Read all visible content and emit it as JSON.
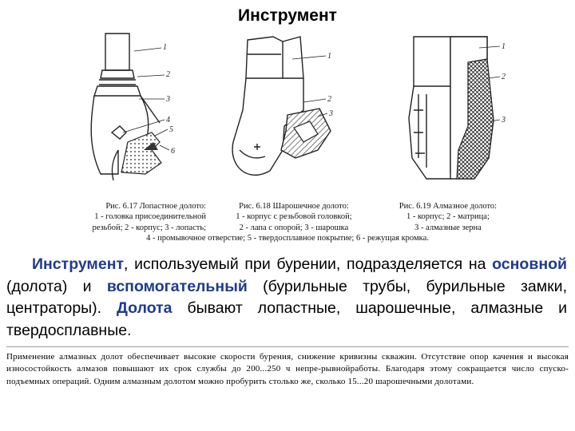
{
  "page": {
    "title": "Инструмент"
  },
  "figures": {
    "fig1": {
      "caption": "Рис. 6.17 Лопастное долото:",
      "callouts": [
        "1",
        "2",
        "3",
        "4",
        "5",
        "6"
      ]
    },
    "fig2": {
      "caption": "Рис. 6.18 Шарошечное долото:",
      "callouts": [
        "1",
        "2",
        "3"
      ]
    },
    "fig3": {
      "caption": "Рис. 6.19 Алмазное долото:",
      "callouts": [
        "1",
        "2",
        "3"
      ]
    }
  },
  "captions": {
    "line2_col1": "1 - головка присоединительной",
    "line2_col2": "1 - корпус с резьбовой головкой;",
    "line2_col3": "1 - корпус; 2 - матрица;",
    "line3_col1": "резьбой; 2 - корпус; 3 - лопасть;",
    "line3_col2": "2 - лапа с опорой; 3 - шарошка",
    "line3_col3": "3 - алмазные зерна",
    "line4": "4 - промывочное отверстие; 5 - твердосплавное покрытие; 6 - режущая кромка."
  },
  "main_text": {
    "t1": "Инструмент",
    "t2": ", используемый при бурении, подразделяется на ",
    "t3": "основной",
    "t4": " (долота) и ",
    "t5": "вспомогательный",
    "t6": " (бурильные трубы, бурильные замки, центраторы). ",
    "t7": "Долота",
    "t8": " бывают лопастные, шарошечные, алмазные и твердосплавные."
  },
  "bottom_text": "Применение алмазных долот обеспечивает высокие скорости бурения, снижение кривизны скважин. Отсутствие опор качения и высокая износостойкость алмазов повышают их срок службы до 200...250 ч непре-рывнойработы. Благодаря этому сокращается число спуско-подъемных операций. Одним алмазным долотом можно пробурить столько же, сколько 15...20 шарошечными долотами.",
  "colors": {
    "highlight": "#1f3b8f",
    "line_art": "#222222"
  }
}
